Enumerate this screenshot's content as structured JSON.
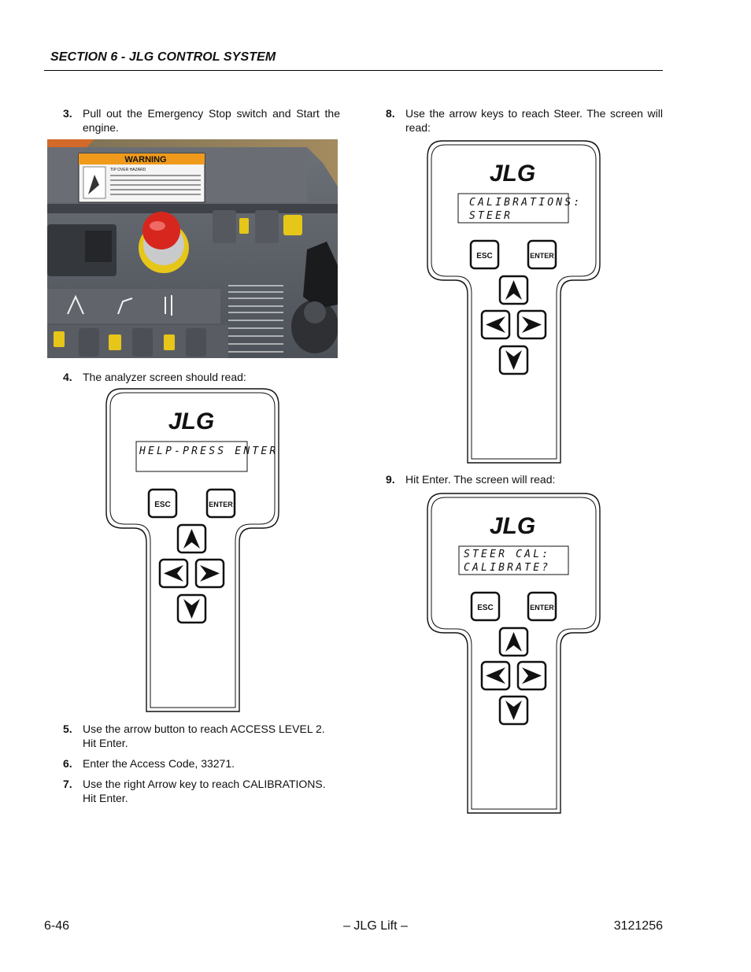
{
  "header": {
    "section_title": "SECTION 6 - JLG CONTROL SYSTEM"
  },
  "steps": [
    {
      "num": "3.",
      "text": "Pull out the Emergency Stop switch and Start the engine."
    },
    {
      "num": "4.",
      "text": "The analyzer screen should read:"
    },
    {
      "num": "5.",
      "text": "Use the arrow button to reach ACCESS LEVEL 2. Hit Enter."
    },
    {
      "num": "6.",
      "text": "Enter the Access Code, 33271."
    },
    {
      "num": "7.",
      "text": "Use the right Arrow key to reach CALIBRATIONS. Hit Enter."
    },
    {
      "num": "8.",
      "text": "Use the arrow keys to reach Steer. The screen will read:"
    },
    {
      "num": "9.",
      "text": "Hit Enter. The screen will read:"
    }
  ],
  "photo": {
    "warning_title": "WARNING",
    "warning_subtitle": "TIP OVER HAZARD",
    "photo_colors": {
      "panel": "#5b5f66",
      "estop": "#d7261e",
      "collar": "#e6c619",
      "toggle": "#e6c619"
    }
  },
  "analyzers": [
    {
      "logo": "JLG",
      "line1": "HELP-PRESS ENTER",
      "line2": "",
      "esc_label": "ESC",
      "enter_label": "ENTER"
    },
    {
      "logo": "JLG",
      "line1": "CALIBRATIONS:",
      "line2": "STEER",
      "esc_label": "ESC",
      "enter_label": "ENTER"
    },
    {
      "logo": "JLG",
      "line1": "STEER CAL:",
      "line2": "CALIBRATE?",
      "esc_label": "ESC",
      "enter_label": "ENTER"
    }
  ],
  "footer": {
    "page_number": "6-46",
    "center": "– JLG Lift –",
    "doc_number": "3121256"
  }
}
